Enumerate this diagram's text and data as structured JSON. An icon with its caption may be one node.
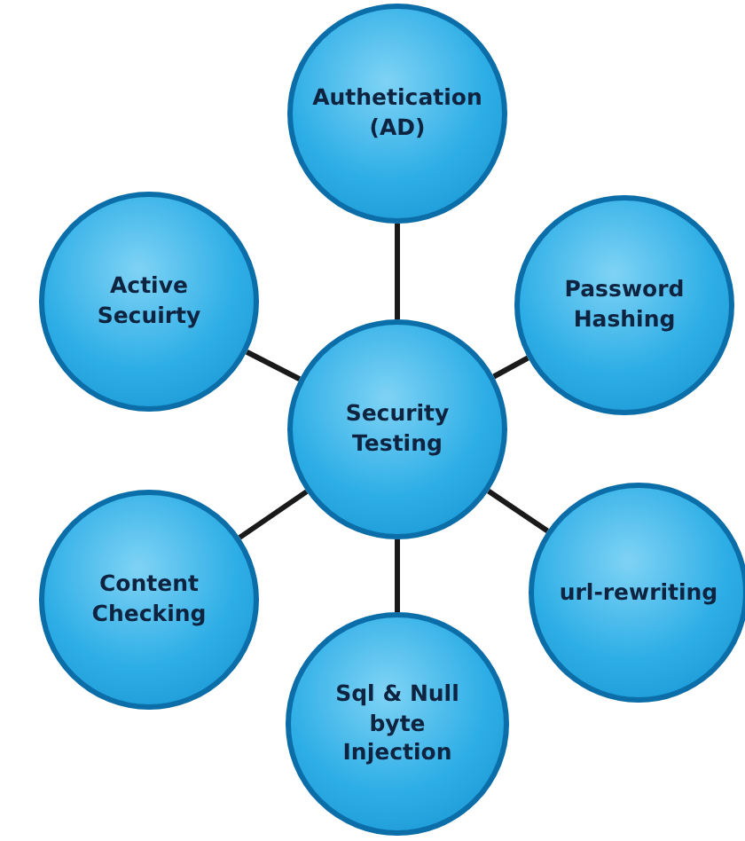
{
  "diagram": {
    "nodes": [
      {
        "text": [
          "Authetication (AD)"
        ]
      },
      {
        "text": [
          "Active Secuirty"
        ]
      },
      {
        "text": [
          "Password Hashing"
        ]
      },
      {
        "text": [
          "Security Testing"
        ]
      },
      {
        "text": [
          "Content Checking"
        ]
      },
      {
        "text": [
          "url-rewriting"
        ]
      },
      {
        "text": [
          "Sql & Null byte Injection"
        ]
      }
    ],
    "edges": [
      {
        "from": 3,
        "to": 0,
        "arrow": "none"
      },
      {
        "from": 3,
        "to": 1,
        "arrow": "none"
      },
      {
        "from": 3,
        "to": 2,
        "arrow": "none"
      },
      {
        "from": 3,
        "to": 4,
        "arrow": "none"
      },
      {
        "from": 3,
        "to": 5,
        "arrow": "none"
      },
      {
        "from": 3,
        "to": 6,
        "arrow": "none"
      }
    ]
  }
}
